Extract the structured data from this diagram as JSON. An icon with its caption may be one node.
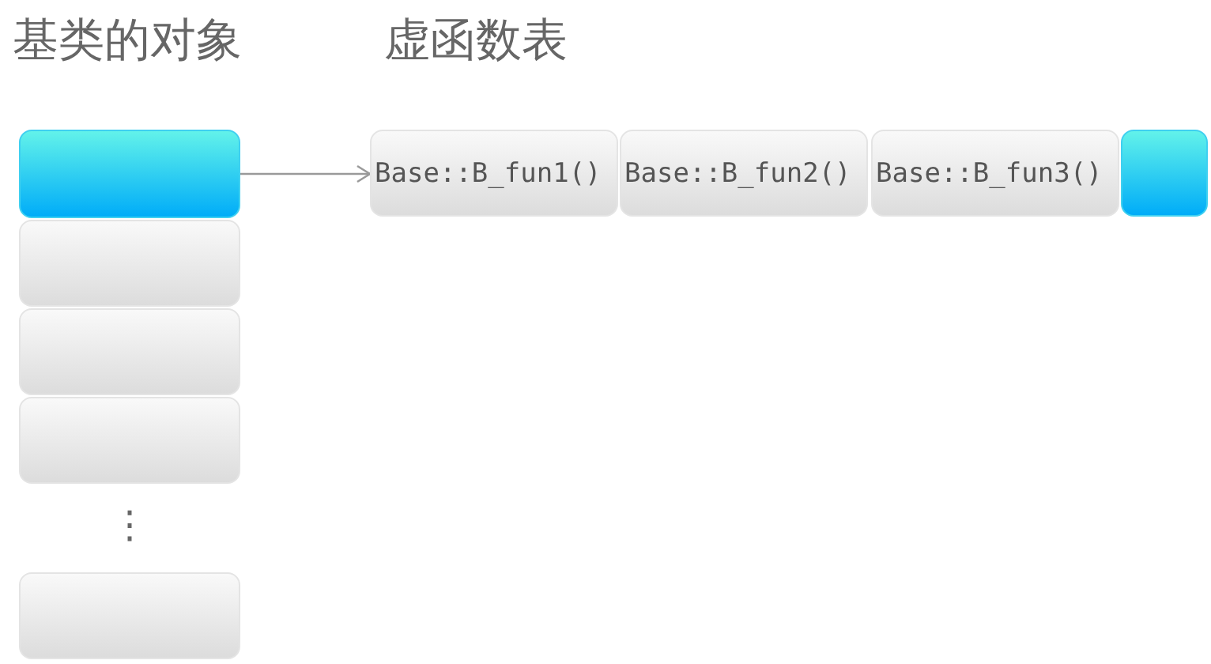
{
  "diagram": {
    "nodes": [
      {
        "text": [],
        "shape": "box"
      },
      {
        "text": [],
        "shape": "box"
      },
      {
        "text": [],
        "shape": "box"
      },
      {
        "text": [],
        "shape": "box"
      },
      {
        "text": [],
        "shape": "box"
      },
      {
        "text": [
          "Base::B_fun1()"
        ]
      },
      {
        "text": [
          "Base::B_fun2()"
        ]
      },
      {
        "text": [
          "Base::B_fun3()"
        ]
      },
      {
        "text": [],
        "shape": "box"
      }
    ],
    "edges": [
      {
        "from": 0,
        "to": 5,
        "arrow": "to"
      }
    ],
    "labels": [
      "基类的对象",
      "虚函数表",
      "⋮"
    ]
  }
}
